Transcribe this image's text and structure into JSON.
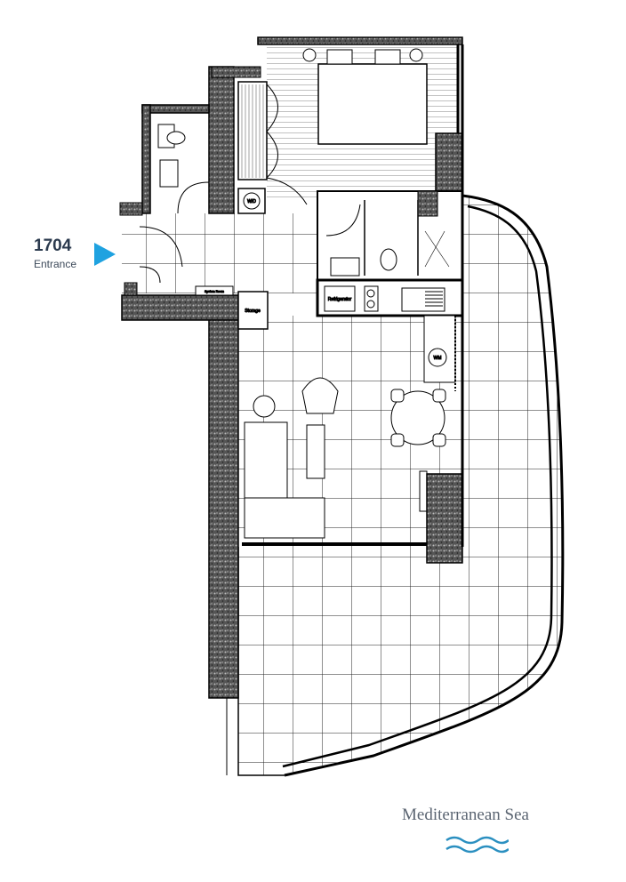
{
  "unit": {
    "number": "1704",
    "entrance_label": "Entrance"
  },
  "rooms": {
    "storage": "Storage",
    "system_room": "System Room",
    "refrigerator": "Refrigerator",
    "washer_dryer": "W/D",
    "washing_machine": "WM"
  },
  "orientation": {
    "label": "Mediterranean Sea",
    "icon": "waves-icon"
  },
  "colors": {
    "accent": "#1fa2e0",
    "sea": "#2a8fc0",
    "text": "#2b3a4e"
  }
}
